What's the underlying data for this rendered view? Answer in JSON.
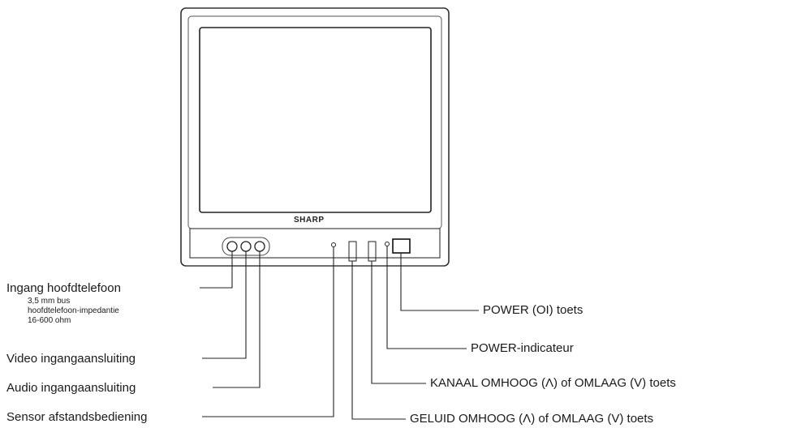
{
  "tv": {
    "brand": "SHARP"
  },
  "callouts": {
    "headphone": {
      "label": "Ingang hoofdtelefoon",
      "spec_1": "3,5 mm bus",
      "spec_2": "hoofdtelefoon-impedantie",
      "spec_3": "16-600 ohm"
    },
    "video_input": "Video ingangaansluiting",
    "audio_input": "Audio ingangaansluiting",
    "remote_sensor": "Sensor afstandsbediening",
    "power_button": "POWER (OI) toets",
    "power_indicator": "POWER-indicateur",
    "channel_buttons": "KANAAL OMHOOG (Λ) of OMLAAG (V) toets",
    "volume_buttons": "GELUID OMHOOG (Λ) of OMLAAG (V) toets"
  }
}
